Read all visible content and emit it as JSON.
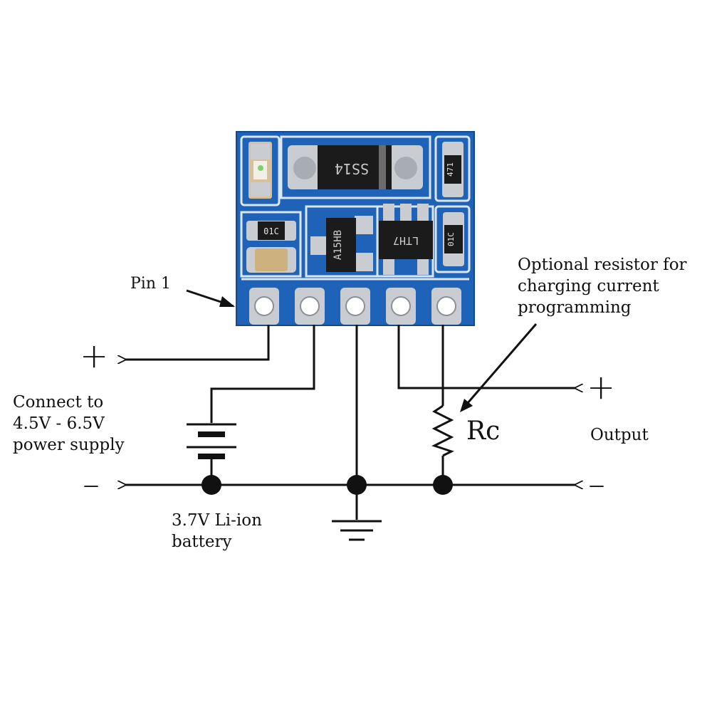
{
  "pin1_label": "Pin 1",
  "input": {
    "plus": "+",
    "minus": "–",
    "description_lines": [
      "Connect to",
      "4.5V - 6.5V",
      "power supply"
    ]
  },
  "battery": {
    "label_lines": [
      "3.7V Li-ion",
      "battery"
    ]
  },
  "output": {
    "plus": "+",
    "minus": "–",
    "label": "Output"
  },
  "resistor": {
    "label": "Rc",
    "note_lines": [
      "Optional resistor for",
      "charging current",
      "programming"
    ]
  },
  "pcb": {
    "diode_marking": "SS14",
    "resistor_471": "471",
    "cap_left_marking": "01C",
    "cap_right_marking": "01C",
    "chip_left_marking": "A15HB",
    "chip_right_marking": "LTH7"
  },
  "colors": {
    "pcb_blue": "#1e63b8",
    "pcb_blue_dark": "#164f96",
    "pad_silver": "#c9ccd1",
    "chip_black": "#1b1b1b",
    "wire": "#111111"
  }
}
